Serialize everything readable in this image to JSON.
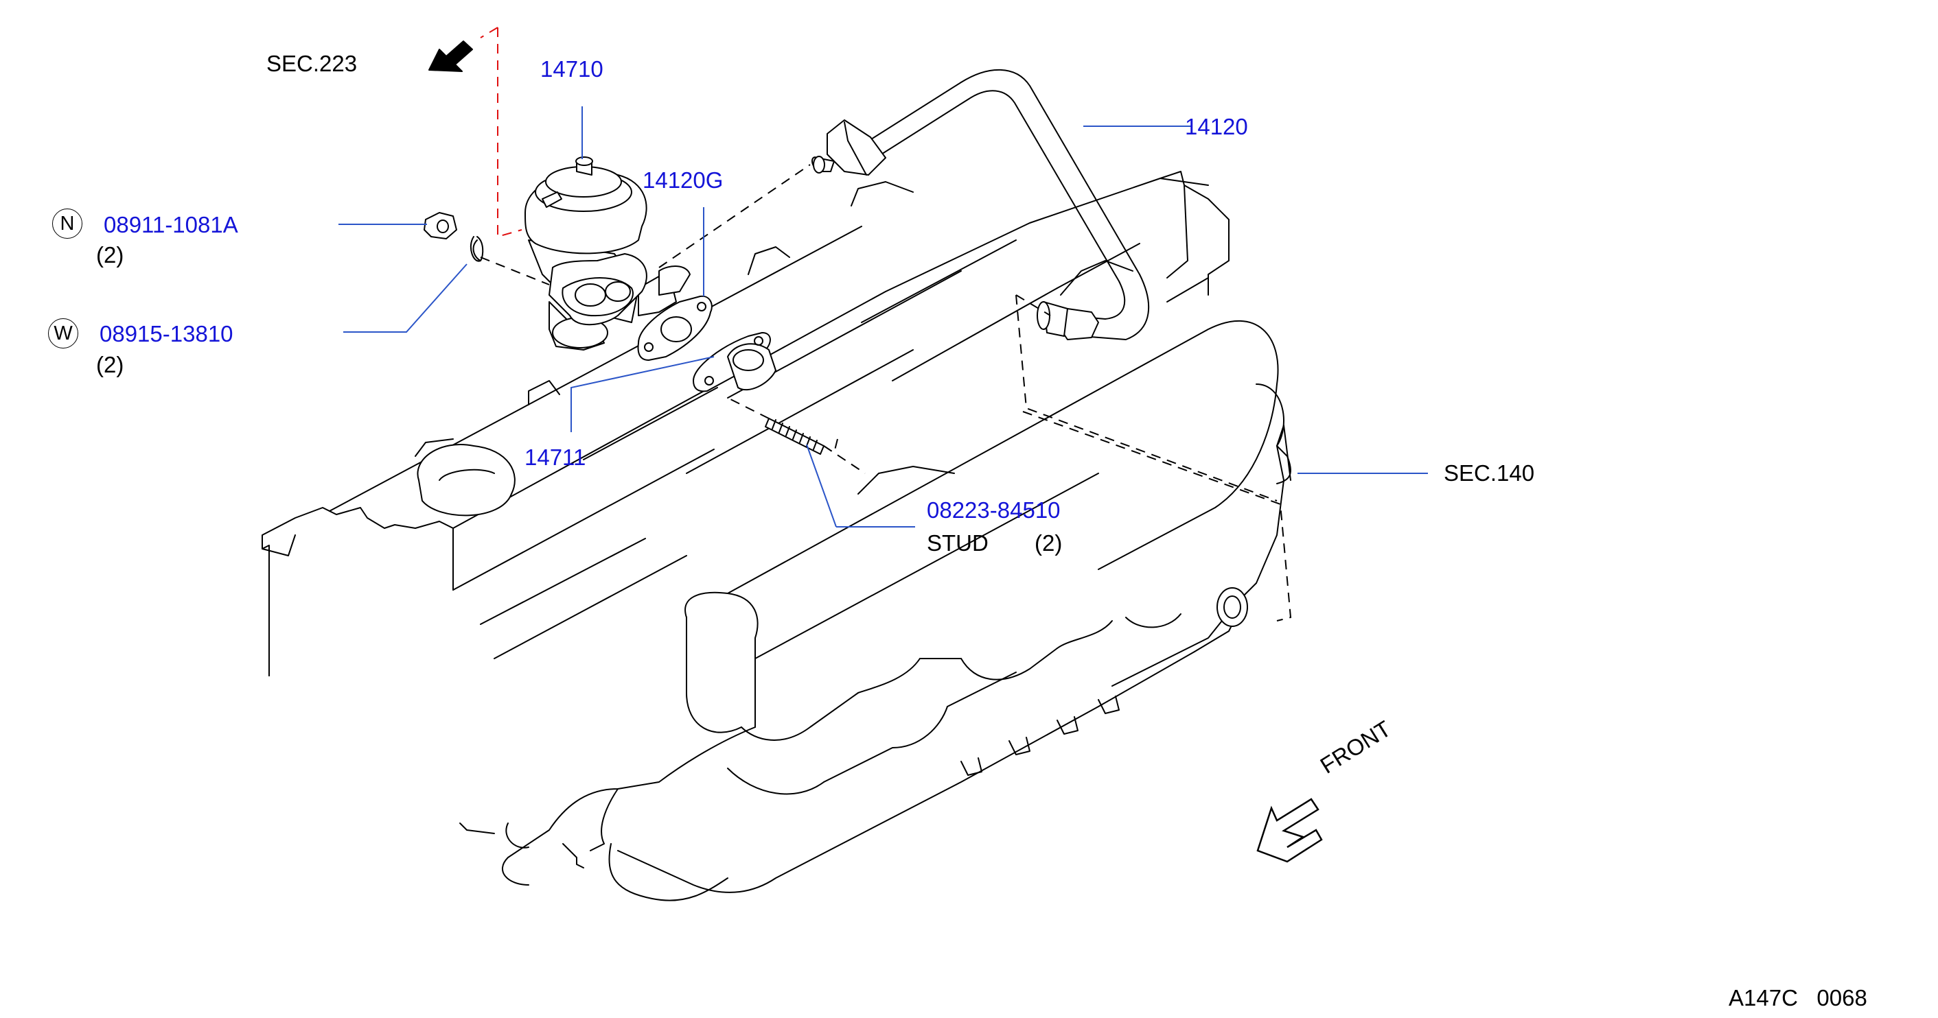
{
  "diagram_code": "A147C   0068",
  "references": {
    "sec223": "SEC.223",
    "sec140": "SEC.140"
  },
  "parts": {
    "egr_valve": "14710",
    "egr_tube": "14120",
    "egr_gasket": "14120G",
    "egr_adapter": "14711",
    "nut": {
      "badge": "N",
      "number": "08911-1081A",
      "qty": "(2)"
    },
    "washer": {
      "badge": "W",
      "number": "08915-13810",
      "qty": "(2)"
    },
    "stud": {
      "number": "08223-84510",
      "name": "STUD",
      "qty": "(2)"
    }
  },
  "front_label": "FRONT",
  "colors": {
    "part_number": "#1414d8",
    "leader_line": "#2b55c8",
    "reference_dash": "#e01010",
    "linework": "#000000"
  }
}
